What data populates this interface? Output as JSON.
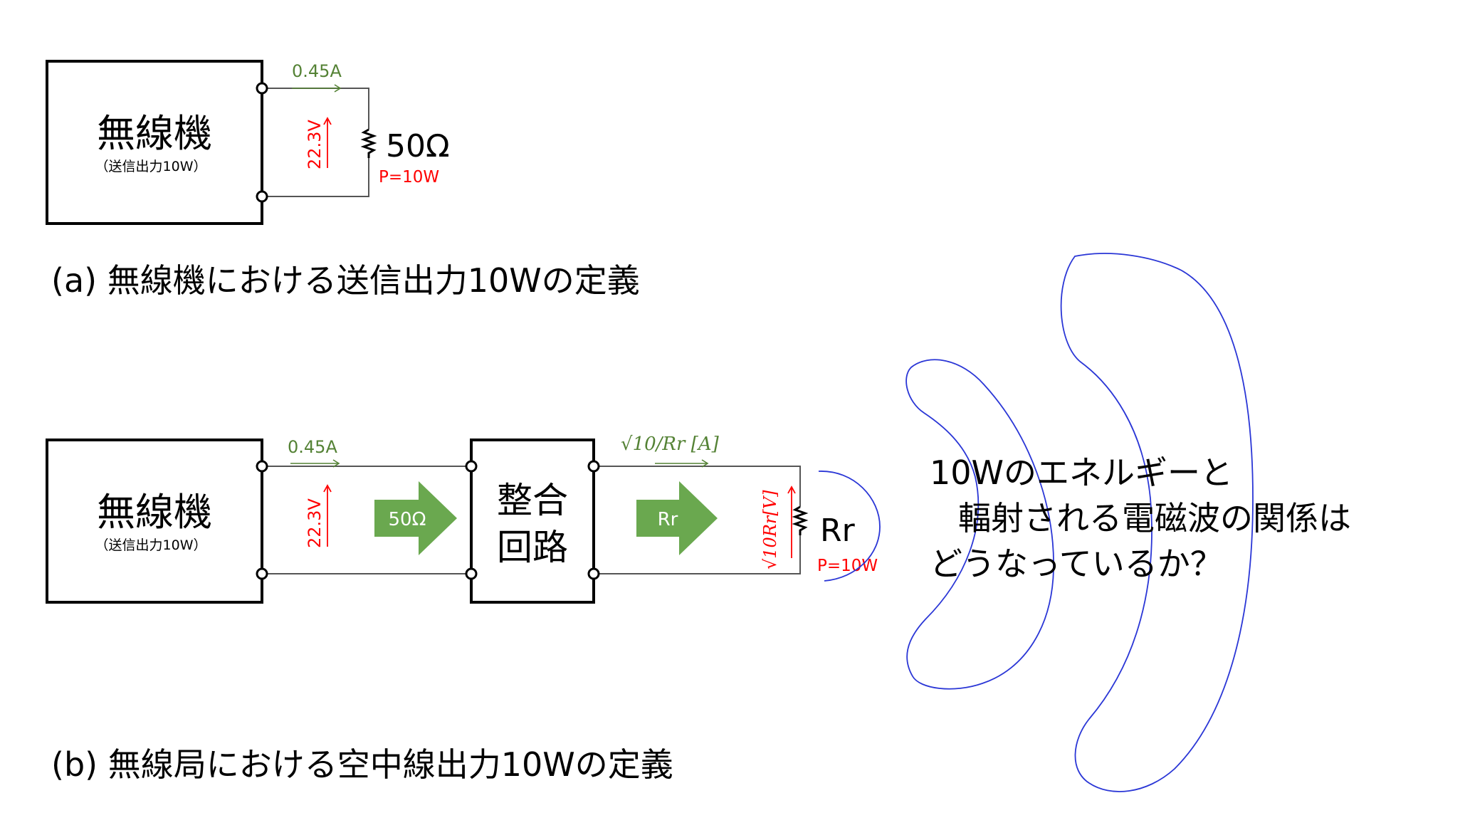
{
  "diagram_a": {
    "radio_label": "無線機",
    "radio_sub": "（送信出力10W）",
    "current": "0.45A",
    "voltage": "22.3V",
    "resistance": "50Ω",
    "power": "P=10W",
    "caption": "(a) 無線機における送信出力10Wの定義"
  },
  "diagram_b": {
    "radio_label": "無線機",
    "radio_sub": "（送信出力10W）",
    "current": "0.45A",
    "voltage": "22.3V",
    "arrow1_label": "50Ω",
    "matching_line1": "整合",
    "matching_line2": "回路",
    "arrow2_label": "Rr",
    "current2": "√10/Rr [A]",
    "voltage2": "√10Rr[V]",
    "resistance": "Rr",
    "power": "P=10W",
    "caption": "(b) 無線局における空中線出力10Wの定義"
  },
  "question": {
    "line1": "10Wのエネルギーと",
    "line2": "輻射される電磁波の関係は",
    "line3": "どうなっているか？"
  },
  "colors": {
    "green_text": "#548235",
    "green_arrow": "#6aa84f",
    "red": "#ff0000",
    "wave": "#2a36d6"
  }
}
